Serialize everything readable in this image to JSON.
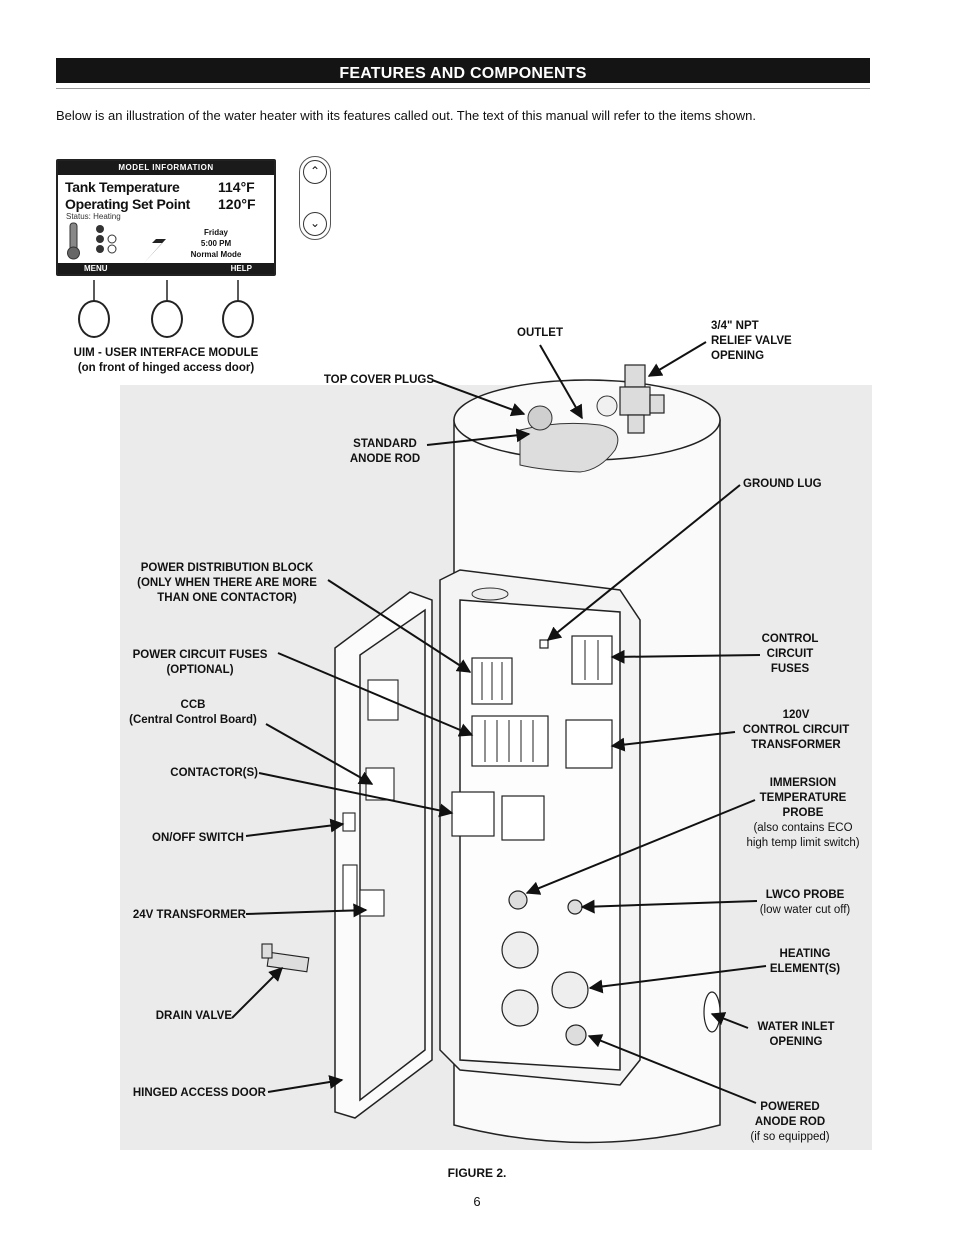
{
  "header": {
    "title": "FEATURES AND COMPONENTS"
  },
  "intro": "Below is an illustration of the water heater with its features called out. The text of this manual will refer to the items shown.",
  "uim": {
    "heading": "MODEL INFORMATION",
    "line1_label": "Tank Temperature",
    "line1_value": "114°F",
    "line2_label": "Operating Set Point",
    "line2_value": "120°F",
    "status": "Status: Heating",
    "day": "Friday",
    "time": "5:00 PM",
    "mode": "Normal Mode",
    "menu": "MENU",
    "help": "HELP",
    "caption_line1": "UIM - USER INTERFACE MODULE",
    "caption_line2": "(on front of hinged access door)"
  },
  "callouts": {
    "outlet": "OUTLET",
    "relief_1": "3/4\" NPT",
    "relief_2": "RELIEF VALVE",
    "relief_3": "OPENING",
    "top_cover_plugs": "TOP COVER PLUGS",
    "anode_1": "STANDARD",
    "anode_2": "ANODE ROD",
    "ground_lug": "GROUND LUG",
    "pdb_1": "POWER DISTRIBUTION BLOCK",
    "pdb_2": "(ONLY WHEN THERE ARE MORE",
    "pdb_3": "THAN ONE CONTACTOR)",
    "pcf_1": "POWER CIRCUIT FUSES",
    "pcf_2": "(OPTIONAL)",
    "ccb_1": "CCB",
    "ccb_2": "(Central Control Board)",
    "contactors": "CONTACTOR(S)",
    "onoff": "ON/OFF SWITCH",
    "transformer24": "24V TRANSFORMER",
    "drain": "DRAIN VALVE",
    "door": "HINGED ACCESS DOOR",
    "ccf_1": "CONTROL",
    "ccf_2": "CIRCUIT",
    "ccf_3": "FUSES",
    "t120_1": "120V",
    "t120_2": "CONTROL CIRCUIT",
    "t120_3": "TRANSFORMER",
    "probe_1": "IMMERSION",
    "probe_2": "TEMPERATURE",
    "probe_3": "PROBE",
    "probe_4": "(also contains ECO",
    "probe_5": "high temp limit switch)",
    "lwco_1": "LWCO PROBE",
    "lwco_2": "(low water cut off)",
    "heat_1": "HEATING",
    "heat_2": "ELEMENT(S)",
    "inlet_1": "WATER INLET",
    "inlet_2": "OPENING",
    "pwr_anode_1": "POWERED",
    "pwr_anode_2": "ANODE ROD",
    "pwr_anode_3": "(if so equipped)"
  },
  "caption": "FIGURE 2.",
  "page_number": "6"
}
